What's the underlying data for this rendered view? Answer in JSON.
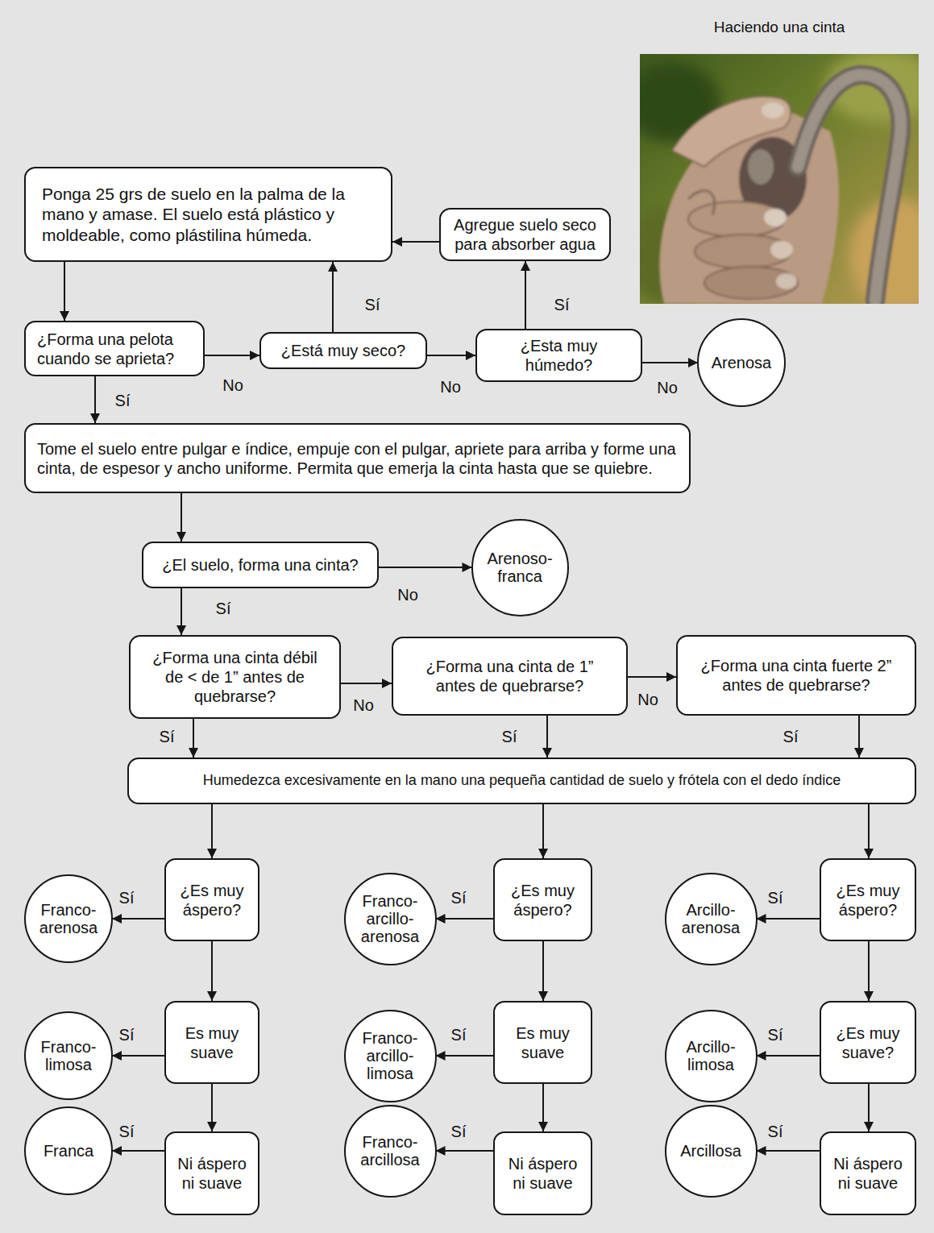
{
  "diagram": {
    "nodes": [
      {
        "text": [
          "Ponga 25 grs de suelo en la palma de la mano y amase. El suelo está plástico y moldeable, como plástilina húmeda."
        ]
      },
      {
        "text": [
          "Agregue suelo seco para absorber agua"
        ]
      },
      {
        "text": [
          "¿Forma una pelota cuando se aprieta?"
        ]
      },
      {
        "text": [
          "¿Está muy seco?"
        ]
      },
      {
        "text": [
          "¿Esta muy húmedo?"
        ]
      },
      {
        "text": [
          "Arenosa"
        ]
      },
      {
        "text": [
          "Tome el suelo entre pulgar e índice, empuje con el pulgar, apriete para arriba y forme una cinta, de espesor y ancho uniforme. Permita que emerja la cinta hasta que se quiebre."
        ]
      },
      {
        "text": [
          "¿El suelo, forma una cinta?"
        ]
      },
      {
        "text": [
          "Arenoso- franca"
        ]
      },
      {
        "text": [
          "¿Forma una cinta débil de < de 1” antes de quebrarse?"
        ]
      },
      {
        "text": [
          "¿Forma una cinta de 1” antes de quebrarse?"
        ]
      },
      {
        "text": [
          "¿Forma una cinta fuerte 2” antes de quebrarse?"
        ]
      },
      {
        "text": [
          "Humedezca excesivamente en la mano una pequeña cantidad de suelo y frótela con el dedo índice"
        ]
      },
      {
        "text": [
          "Franco- arenosa"
        ]
      },
      {
        "text": [
          "¿Es muy áspero?"
        ]
      },
      {
        "text": [
          "Franco- arcillo- arenosa"
        ]
      },
      {
        "text": [
          "¿Es muy áspero?"
        ]
      },
      {
        "text": [
          "Arcillo- arenosa"
        ]
      },
      {
        "text": [
          "¿Es muy áspero?"
        ]
      },
      {
        "text": [
          "Franco- limosa"
        ]
      },
      {
        "text": [
          "Es muy suave"
        ]
      },
      {
        "text": [
          "Franco- arcillo- limosa"
        ]
      },
      {
        "text": [
          "Es muy suave"
        ]
      },
      {
        "text": [
          "Arcillo- limosa"
        ]
      },
      {
        "text": [
          "¿Es muy suave?"
        ]
      },
      {
        "text": [
          "Franca"
        ]
      },
      {
        "text": [
          "Ni áspero ni suave"
        ]
      },
      {
        "text": [
          "Franco- arcillosa"
        ]
      },
      {
        "text": [
          "Ni áspero ni suave"
        ]
      },
      {
        "text": [
          "Arcillosa"
        ]
      },
      {
        "text": [
          "Ni áspero ni suave"
        ]
      }
    ],
    "edges": [
      {
        "from": 0,
        "to": 2,
        "arrow": "to"
      },
      {
        "from": 2,
        "to": 3,
        "label": "No",
        "arrow": "to"
      },
      {
        "from": 3,
        "to": 0,
        "label": "Sí",
        "arrow": "to"
      },
      {
        "from": 3,
        "to": 4,
        "label": "No",
        "arrow": "to"
      },
      {
        "from": 4,
        "to": 1,
        "label": "Sí",
        "arrow": "to"
      },
      {
        "from": 1,
        "to": 0,
        "arrow": "to"
      },
      {
        "from": 4,
        "to": 5,
        "label": "No",
        "arrow": "to"
      },
      {
        "from": 2,
        "to": 6,
        "label": "Sí",
        "arrow": "to"
      },
      {
        "from": 6,
        "to": 7,
        "arrow": "to"
      },
      {
        "from": 7,
        "to": 8,
        "label": "No",
        "arrow": "to"
      },
      {
        "from": 7,
        "to": 9,
        "label": "Sí",
        "arrow": "to"
      },
      {
        "from": 9,
        "to": 10,
        "label": "No",
        "arrow": "to"
      },
      {
        "from": 10,
        "to": 11,
        "label": "No",
        "arrow": "to"
      },
      {
        "from": 9,
        "to": 12,
        "label": "Sí",
        "arrow": "to"
      },
      {
        "from": 10,
        "to": 12,
        "label": "Sí",
        "arrow": "to"
      },
      {
        "from": 11,
        "to": 12,
        "label": "Sí",
        "arrow": "to"
      },
      {
        "from": 12,
        "to": 14,
        "arrow": "to"
      },
      {
        "from": 12,
        "to": 16,
        "arrow": "to"
      },
      {
        "from": 12,
        "to": 18,
        "arrow": "to"
      },
      {
        "from": 14,
        "to": 13,
        "label": "Sí",
        "arrow": "to"
      },
      {
        "from": 14,
        "to": 20,
        "arrow": "to"
      },
      {
        "from": 20,
        "to": 19,
        "label": "Sí",
        "arrow": "to"
      },
      {
        "from": 20,
        "to": 26,
        "arrow": "to"
      },
      {
        "from": 26,
        "to": 25,
        "label": "Sí",
        "arrow": "to"
      },
      {
        "from": 16,
        "to": 15,
        "label": "Sí",
        "arrow": "to"
      },
      {
        "from": 16,
        "to": 22,
        "arrow": "to"
      },
      {
        "from": 22,
        "to": 21,
        "label": "Sí",
        "arrow": "to"
      },
      {
        "from": 22,
        "to": 28,
        "arrow": "to"
      },
      {
        "from": 28,
        "to": 27,
        "label": "Sí",
        "arrow": "to"
      },
      {
        "from": 18,
        "to": 17,
        "label": "Sí",
        "arrow": "to"
      },
      {
        "from": 18,
        "to": 24,
        "arrow": "to"
      },
      {
        "from": 24,
        "to": 23,
        "label": "Sí",
        "arrow": "to"
      },
      {
        "from": 24,
        "to": 30,
        "arrow": "to"
      },
      {
        "from": 30,
        "to": 29,
        "label": "Sí",
        "arrow": "to"
      }
    ],
    "labels": [
      "Haciendo una cinta"
    ]
  }
}
